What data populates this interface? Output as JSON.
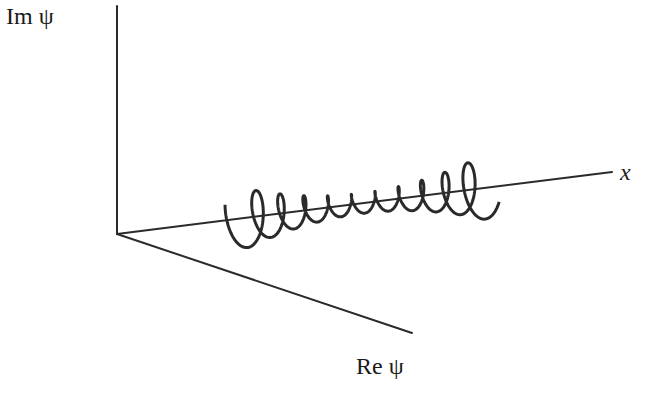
{
  "diagram": {
    "labels": [
      "Im ψ",
      "Re ψ",
      "x"
    ]
  }
}
